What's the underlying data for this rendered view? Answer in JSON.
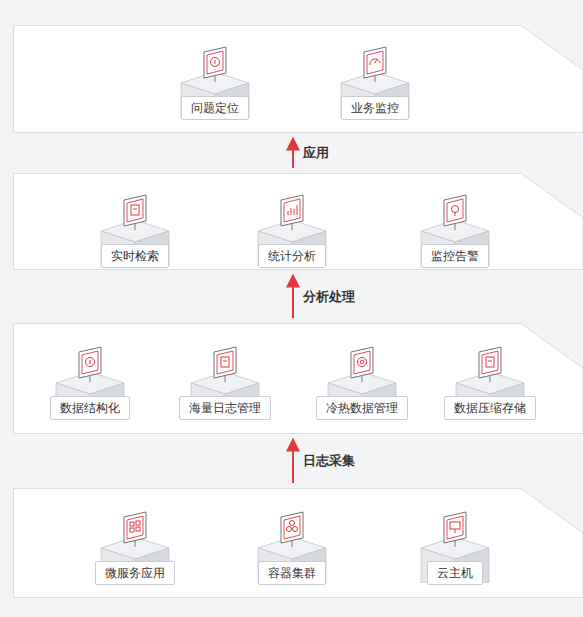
{
  "diagram": {
    "nodes": [
      {
        "text": []
      },
      {
        "text": [
          "问题定位"
        ],
        "in": 0
      },
      {
        "text": [
          "业务监控"
        ],
        "in": 0
      },
      {
        "text": []
      },
      {
        "text": [
          "实时检索"
        ],
        "in": 3
      },
      {
        "text": [
          "统计分析"
        ],
        "in": 3
      },
      {
        "text": [
          "监控告警"
        ],
        "in": 3
      },
      {
        "text": []
      },
      {
        "text": [
          "数据结构化"
        ],
        "in": 7
      },
      {
        "text": [
          "海量日志管理"
        ],
        "in": 7
      },
      {
        "text": [
          "冷热数据管理"
        ],
        "in": 7
      },
      {
        "text": [
          "数据压缩存储"
        ],
        "in": 7
      },
      {
        "text": []
      },
      {
        "text": [
          "微服务应用"
        ],
        "in": 12
      },
      {
        "text": [
          "容器集群"
        ],
        "in": 12
      },
      {
        "text": [
          "云主机"
        ],
        "in": 12
      }
    ],
    "edges": [
      {
        "from": 12,
        "to": 7,
        "arrow": "to",
        "label": "日志采集"
      },
      {
        "from": 7,
        "to": 3,
        "arrow": "to",
        "label": "分析处理"
      },
      {
        "from": 3,
        "to": 0,
        "arrow": "to",
        "label": "应用"
      }
    ]
  }
}
